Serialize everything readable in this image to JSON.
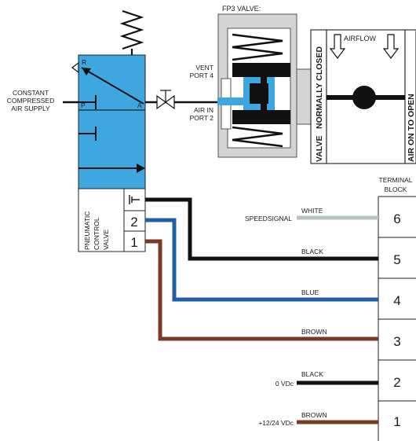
{
  "colors": {
    "valve_blue": "#3ea7e0",
    "wire_black": "#111111",
    "wire_blue": "#1f5fa6",
    "wire_brown": "#7a3b26",
    "wire_white": "#b7c3bd",
    "housing_grey": "#d4d4d4"
  },
  "pneumatic_valve": {
    "port_r": "R",
    "port_p": "P",
    "port_a": "A",
    "label_lines": [
      "PNEUMATIC",
      "CONTROL",
      "VALVE"
    ],
    "pins": [
      "2",
      "1"
    ],
    "ground_icon": "ground-symbol-icon"
  },
  "supply": {
    "lines": [
      "CONSTANT",
      "COMPRESSED",
      "AIR SUPPLY"
    ]
  },
  "fp3": {
    "title": "FP3 VALVE:",
    "vent_lines": [
      "VENT",
      "PORT 4"
    ],
    "airin_lines": [
      "AIR  IN",
      "PORT 2"
    ],
    "normally_closed_line1": "VALVE",
    "normally_closed_line2": "NORMALLY CLOSED",
    "airflow": "AIRFLOW",
    "air_on_to_open": "AIR ON TO OPEN"
  },
  "terminal_block": {
    "title_lines": [
      "TERMINAL",
      "BLOCK"
    ],
    "terminals": [
      "6",
      "5",
      "4",
      "3",
      "2",
      "1"
    ]
  },
  "wires": {
    "white": "WHITE",
    "black": "BLACK",
    "blue": "BLUE",
    "brown": "BROWN",
    "black2": "BLACK",
    "brown2": "BROWN"
  },
  "signals": {
    "speed": "SPEEDSIGNAL",
    "zero_vdc": "0 VDc",
    "supply_vdc": "+12/24 VDc"
  }
}
